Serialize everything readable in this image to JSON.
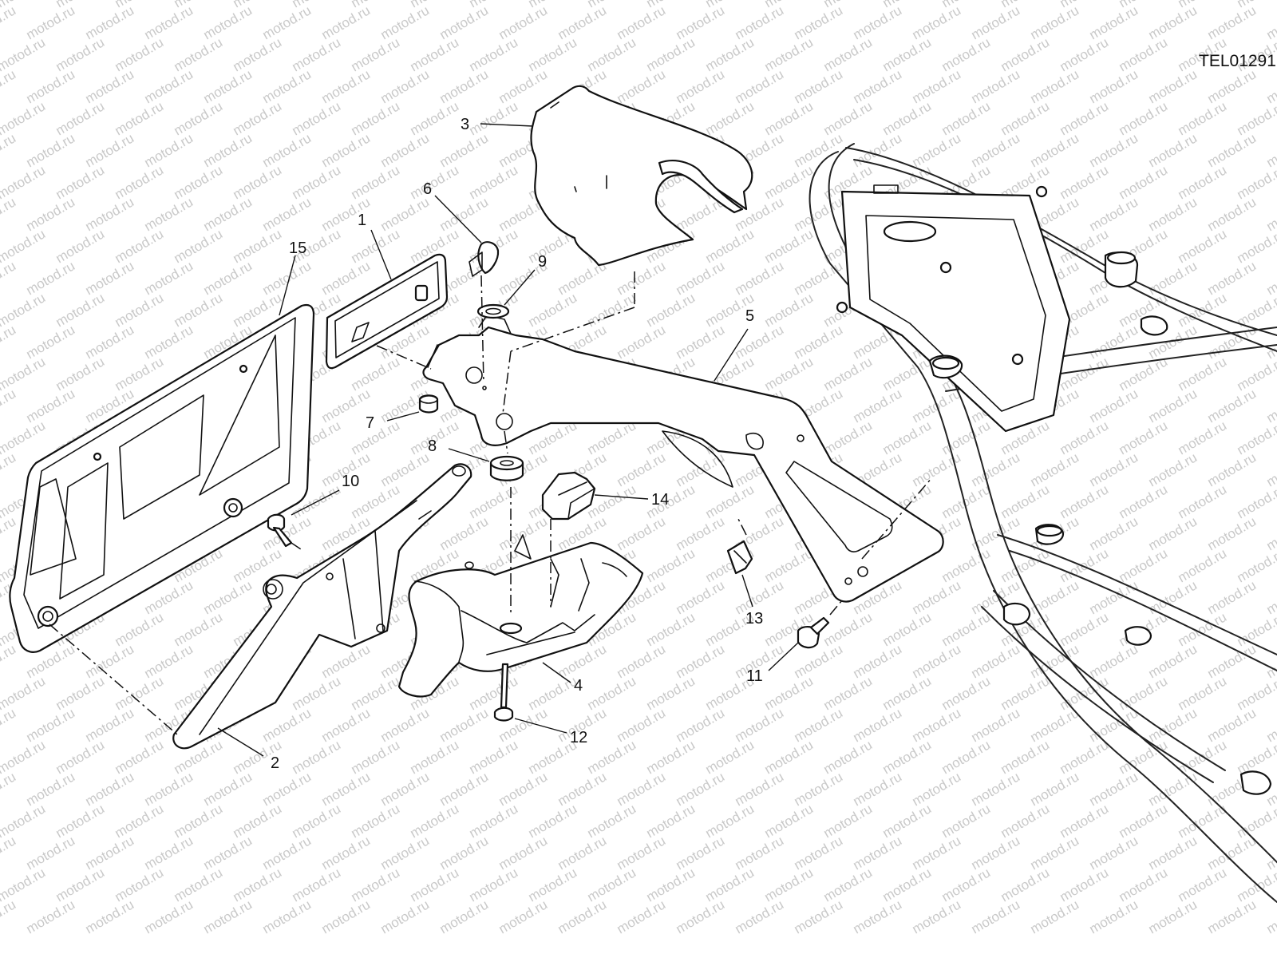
{
  "diagram_code": "TEL01291",
  "watermark_text": "motod.ru",
  "callouts": [
    "1",
    "2",
    "3",
    "4",
    "5",
    "6",
    "7",
    "8",
    "9",
    "10",
    "11",
    "12",
    "13",
    "14",
    "15"
  ]
}
